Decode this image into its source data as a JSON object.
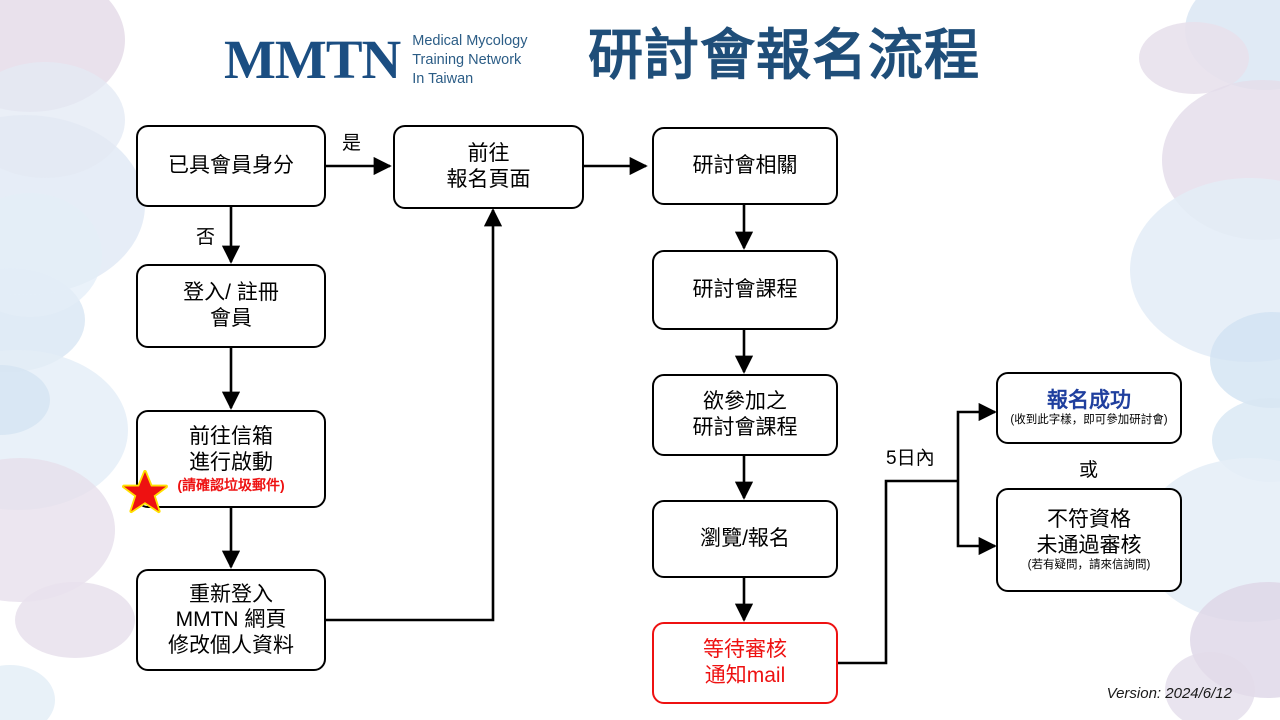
{
  "header": {
    "logo_mark": "MMTN",
    "logo_sub_line1": "Medical Mycology",
    "logo_sub_line2": "Training Network",
    "logo_sub_line3": "In Taiwan",
    "title": "研討會報名流程",
    "title_color": "#1f4e79",
    "logo_color": "#1b4e82"
  },
  "nodes": {
    "member_check": {
      "line1": "已具會員身分"
    },
    "register_member": {
      "line1": "登入/ 註冊",
      "line2": "會員"
    },
    "activate_mail": {
      "line1": "前往信箱",
      "line2": "進行啟動",
      "note": "(請確認垃圾郵件)"
    },
    "relogin_profile": {
      "line1": "重新登入",
      "line2": "MMTN 網頁",
      "line3": "修改個人資料"
    },
    "signup_page": {
      "line1": "前往",
      "line2": "報名頁面"
    },
    "seminar_info": {
      "line1": "研討會相關"
    },
    "seminar_course": {
      "line1": "研討會課程"
    },
    "desired_course": {
      "line1": "欲參加之",
      "line2": "研討會課程"
    },
    "browse_signup": {
      "line1": "瀏覽/報名"
    },
    "await_review": {
      "line1": "等待審核",
      "line2": "通知mail",
      "color": "#ee1111"
    },
    "success": {
      "line1": "報名成功",
      "note": "(收到此字樣，即可參加研討會)",
      "color": "#1f3f9e"
    },
    "rejected": {
      "line1": "不符資格",
      "line2": "未通過審核",
      "note": "(若有疑問，請來信詢問)"
    }
  },
  "edges": {
    "yes_label": "是",
    "no_label": "否",
    "within_5days_label": "5日內",
    "or_label": "或"
  },
  "footer": {
    "version": "Version: 2024/6/12"
  },
  "icons": {
    "star": "star-icon"
  }
}
